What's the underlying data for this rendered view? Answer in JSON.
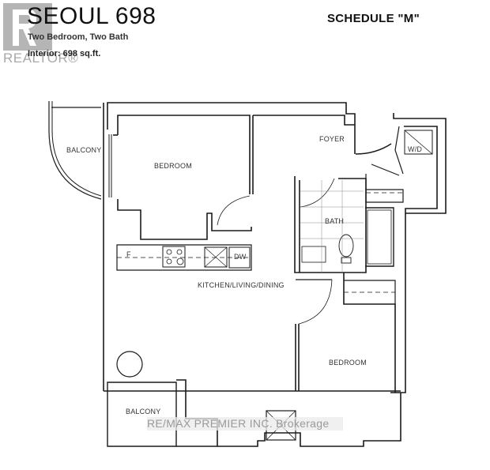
{
  "header": {
    "title": "SEOUL 698",
    "subtitle": "Two Bedroom, Two Bath",
    "interior": "Interior: 698 sq.ft.",
    "schedule": "SCHEDULE \"M\""
  },
  "logo": {
    "text": "REALTOR®",
    "icon": "realtor-r-logo-icon"
  },
  "rooms": [
    {
      "id": "balcony-top",
      "label": "BALCONY"
    },
    {
      "id": "bedroom-1",
      "label": "BEDROOM"
    },
    {
      "id": "foyer",
      "label": "FOYER"
    },
    {
      "id": "laundry",
      "label": "W/D"
    },
    {
      "id": "bath",
      "label": "BATH"
    },
    {
      "id": "fridge",
      "label": "F"
    },
    {
      "id": "dishwasher",
      "label": "DW"
    },
    {
      "id": "kitchen",
      "label": "KITCHEN/LIVING/DINING"
    },
    {
      "id": "bedroom-2",
      "label": "BEDROOM"
    },
    {
      "id": "balcony-bottom",
      "label": "BALCONY"
    }
  ],
  "watermark": "RE/MAX PREMIER INC. Brokerage",
  "colors": {
    "wall": "#1a1a1a",
    "logo_gray": "#b5b5b5",
    "background": "#ffffff"
  }
}
